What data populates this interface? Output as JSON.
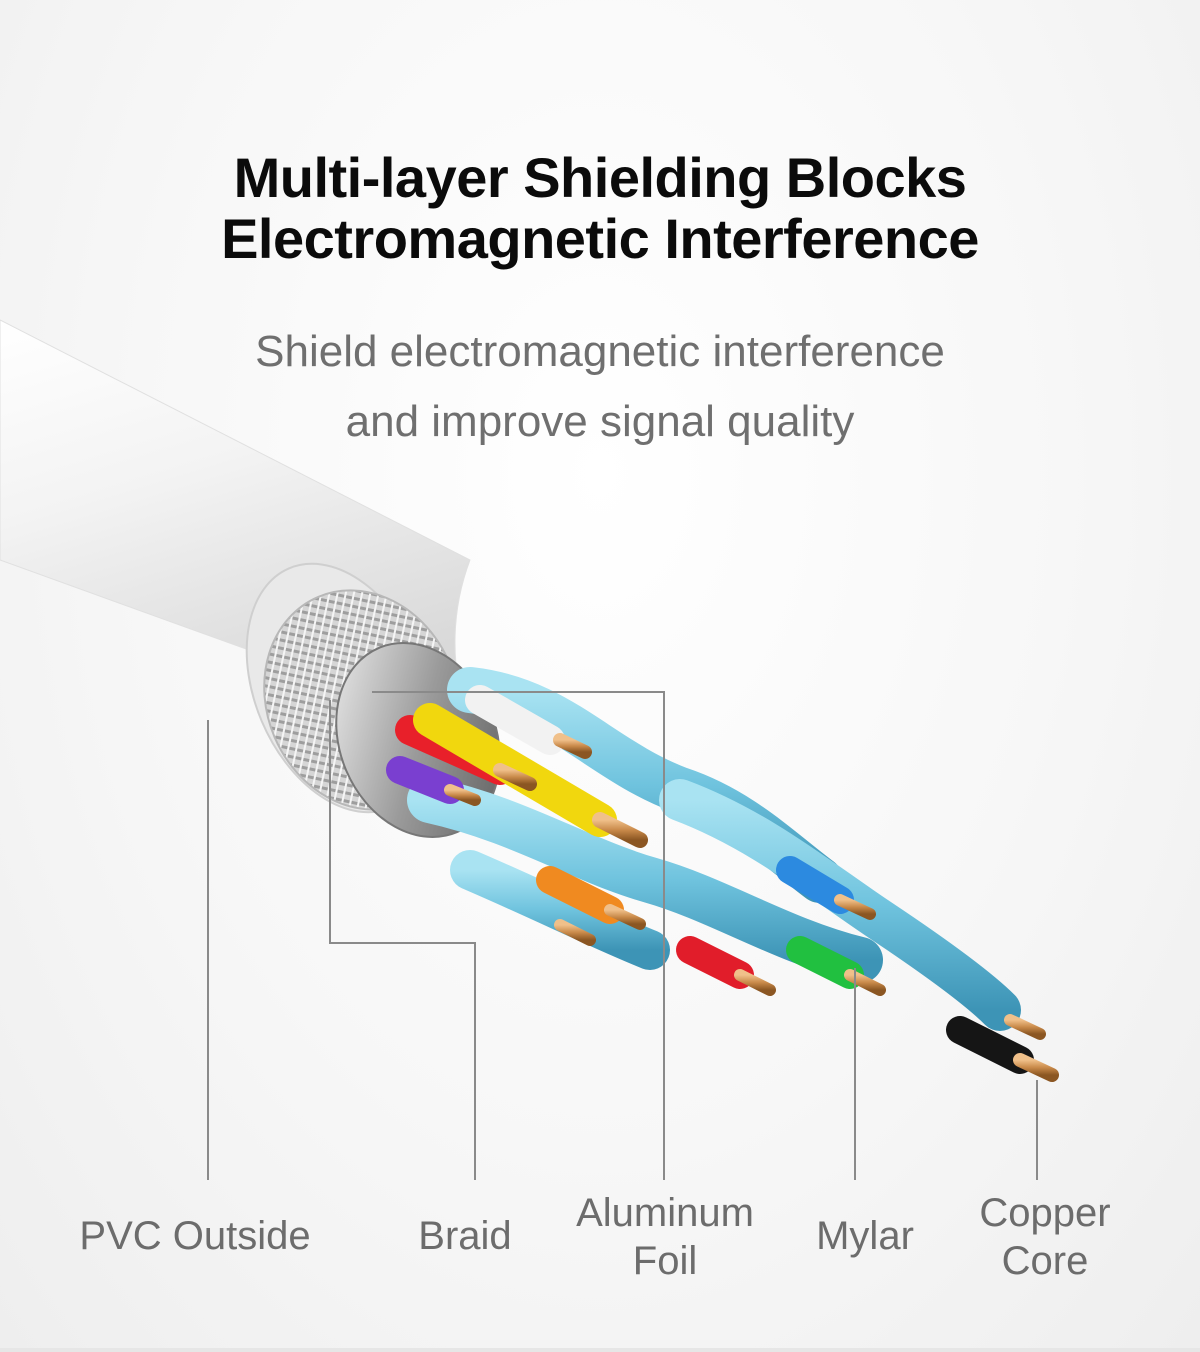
{
  "heading": {
    "line1": "Multi-layer Shielding Blocks",
    "line2": "Electromagnetic Interference"
  },
  "subheading": {
    "line1": "Shield electromagnetic interference",
    "line2": "and improve signal quality"
  },
  "labels": {
    "pvc_outside": "PVC Outside",
    "braid": "Braid",
    "aluminum_foil": [
      "Aluminum",
      "Foil"
    ],
    "mylar": "Mylar",
    "copper_core": [
      "Copper",
      "Core"
    ]
  },
  "colors": {
    "heading": "#0b0b0b",
    "subheading": "#6f6f6f",
    "label": "#6c6c6c",
    "jacket": "#f2f2f2",
    "pair_insulation": "#7fc9e0",
    "copper": "#c98a4a"
  }
}
